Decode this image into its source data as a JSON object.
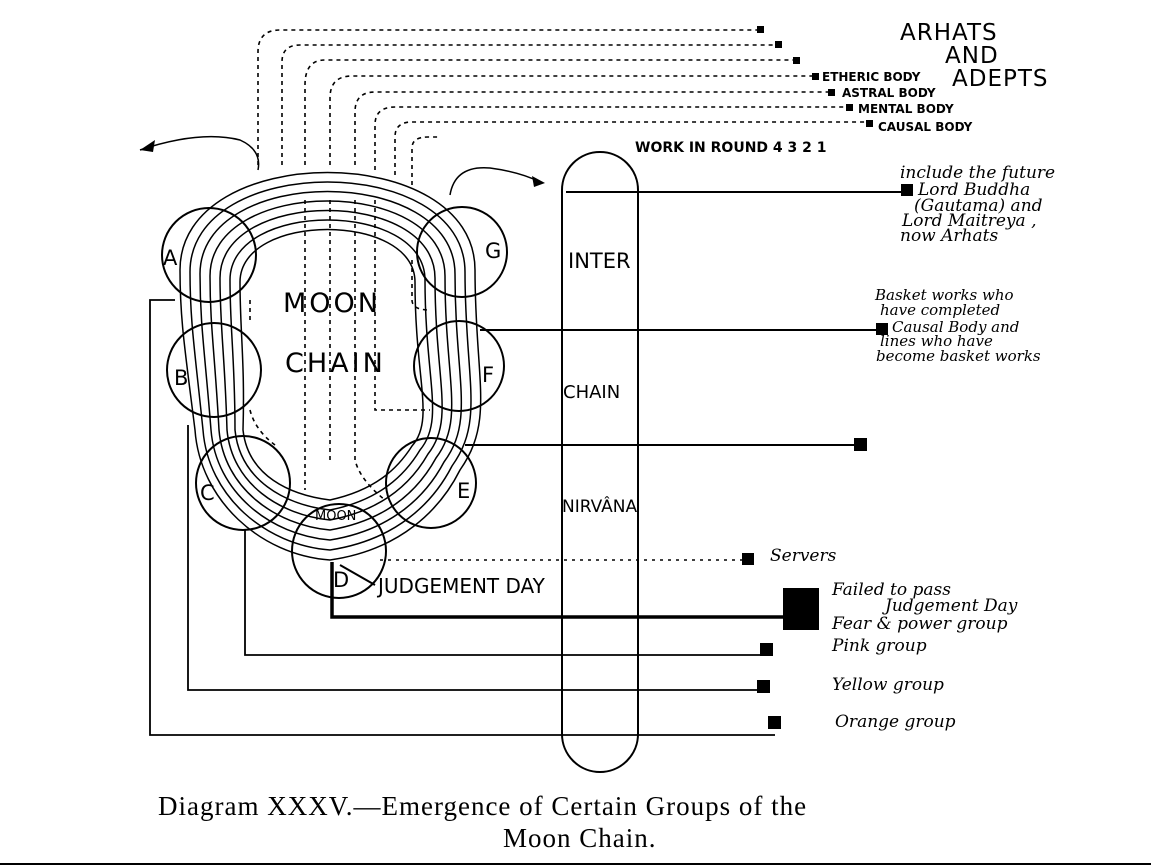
{
  "heading": {
    "line1": "ARHATS",
    "line2": "AND",
    "line3": "ADEPTS"
  },
  "bodies": [
    "ETHERIC BODY",
    "ASTRAL BODY",
    "MENTAL BODY",
    "CAUSAL BODY"
  ],
  "work_in_round": "WORK IN ROUND  4  3  2  1",
  "moon_chain": {
    "line1": "MOON",
    "line2": "CHAIN"
  },
  "globes": {
    "A": "A",
    "B": "B",
    "C": "C",
    "D": "D",
    "E": "E",
    "F": "F",
    "G": "G",
    "moon": "MOON"
  },
  "inter_chain": {
    "line1": "INTER",
    "line2": "CHAIN",
    "line3": "NIRVÂNA"
  },
  "judgement_day": "JUDGEMENT DAY",
  "groups": {
    "buddha": [
      "include the future",
      "Lord Buddha",
      "(Gautama) and",
      "Lord Maitreya ,",
      "now Arhats"
    ],
    "basket": [
      "Basket works who",
      "have completed",
      "Causal Body and",
      "lines who have",
      "become basket works"
    ],
    "servers": "Servers",
    "failed": [
      "Failed to pass",
      "Judgement Day"
    ],
    "fear": "Fear & power group",
    "pink": "Pink group",
    "yellow": "Yellow group",
    "orange": "Orange group"
  },
  "caption": {
    "line1": "Diagram XXXV.—Emergence of Certain Groups of the",
    "line2": "Moon Chain."
  }
}
